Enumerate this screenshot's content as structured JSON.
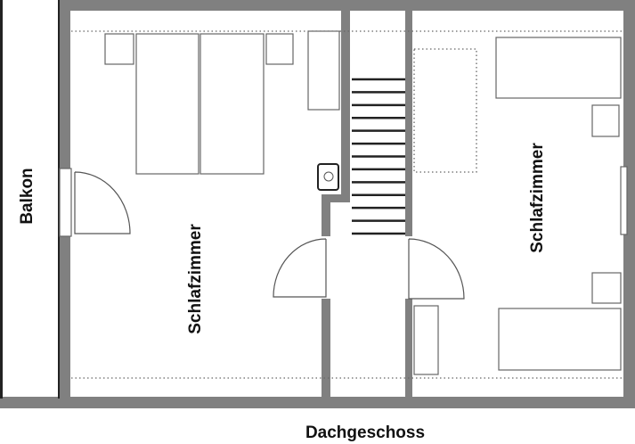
{
  "title": "Dachgeschoss",
  "rooms": {
    "balcony": "Balkon",
    "bedroom_left": "Schlafzimmer",
    "bedroom_right": "Schlafzimmer"
  },
  "colors": {
    "wall": "#808080",
    "line": "#555555"
  },
  "stairs": {
    "steps": 13
  }
}
